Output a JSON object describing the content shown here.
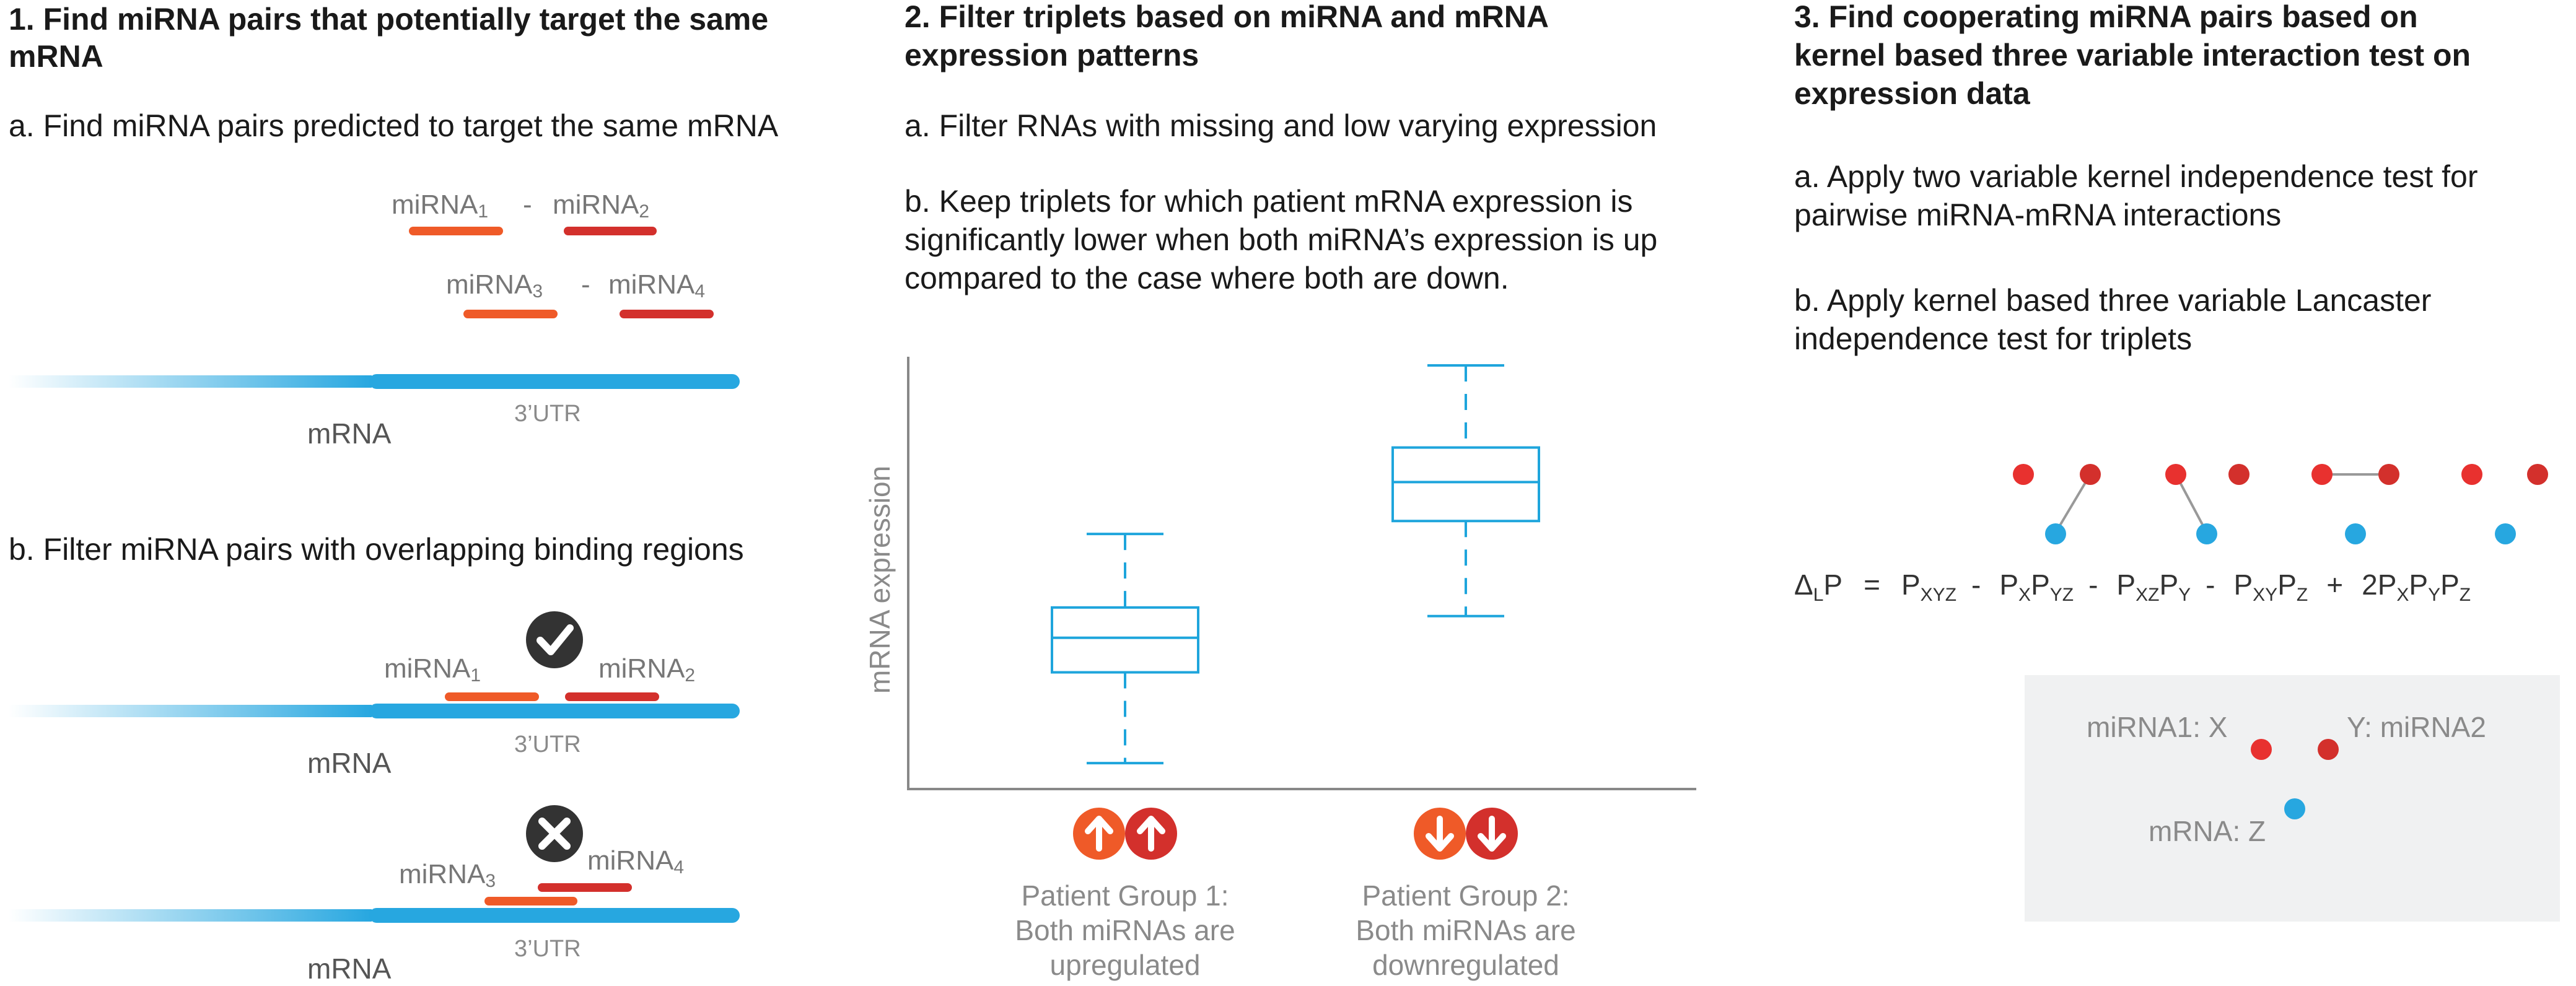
{
  "section1": {
    "heading_line1": "1. Find miRNA pairs that potentially target the same",
    "heading_line2": "mRNA",
    "step_a": "a. Find miRNA pairs predicted to target the same mRNA",
    "step_b": "b. Filter miRNA pairs with overlapping binding regions",
    "mirna1": "miRNA",
    "mirna1_sub": "1",
    "mirna2": "miRNA",
    "mirna2_sub": "2",
    "mirna3": "miRNA",
    "mirna3_sub": "3",
    "mirna4": "miRNA",
    "mirna4_sub": "4",
    "dash": "-",
    "mrna": "mRNA",
    "utr": "3’UTR"
  },
  "section2": {
    "heading_line1": "2. Filter triplets based on miRNA and mRNA",
    "heading_line2": "expression patterns",
    "step_a": "a. Filter RNAs with missing and low varying expression",
    "step_b_line1": "b. Keep triplets for which patient mRNA expression is",
    "step_b_line2": "significantly lower when both miRNA’s expression is up",
    "step_b_line3": "compared to the case where both are down."
  },
  "section3": {
    "heading_line1": "3. Find cooperating miRNA pairs based on",
    "heading_line2": "kernel based three variable interaction test on",
    "heading_line3": "expression data",
    "step_a_line1": "a. Apply two variable kernel independence test for",
    "step_a_line2": "pairwise miRNA-mRNA interactions",
    "step_b_line1": "b. Apply kernel based three variable Lancaster",
    "step_b_line2": "independence test for triplets",
    "formula": {
      "delta": "Δ",
      "delta_sub": "L",
      "p": "P",
      "eq": "=",
      "sub_xyz": "XYZ",
      "sub_x": "X",
      "sub_y": "Y",
      "sub_z": "Z",
      "sub_yz": "YZ",
      "sub_xz": "XZ",
      "sub_xy": "XY",
      "minus": "-",
      "plus": "+",
      "two": "2"
    },
    "legend": {
      "x_label": "miRNA1: X",
      "y_label": "Y: miRNA2",
      "z_label": "mRNA: Z"
    }
  },
  "colors": {
    "mrna_blue": "#27a7e0",
    "mirna_orange": "#ef5a28",
    "mirna_red": "#d3302c",
    "node_red": "#e8312f",
    "node_blue": "#27a7e0",
    "box_blue": "#1ea5dc",
    "legend_bg": "#f0f1f2",
    "check_dark": "#333333"
  },
  "icons": [
    "check-circle-icon",
    "x-circle-icon",
    "up-arrow-icon",
    "down-arrow-icon"
  ],
  "chart_data": {
    "type": "box",
    "ylabel": "mRNA expression",
    "categories": [
      "Patient Group 1:\nBoth miRNAs are\nupregulated",
      "Patient Group 2:\nBoth miRNAs are\ndownregulated"
    ],
    "group_labels": [
      [
        "Patient Group 1:",
        "Both miRNAs are",
        "upregulated"
      ],
      [
        "Patient Group 2:",
        "Both miRNAs are",
        "downregulated"
      ]
    ],
    "ylim": [
      0,
      100
    ],
    "boxes": [
      {
        "whisker_low": 6,
        "q1": 27,
        "median": 35,
        "q3": 42,
        "whisker_high": 59
      },
      {
        "whisker_low": 40,
        "q1": 62,
        "median": 71,
        "q3": 79,
        "whisker_high": 98
      }
    ]
  }
}
